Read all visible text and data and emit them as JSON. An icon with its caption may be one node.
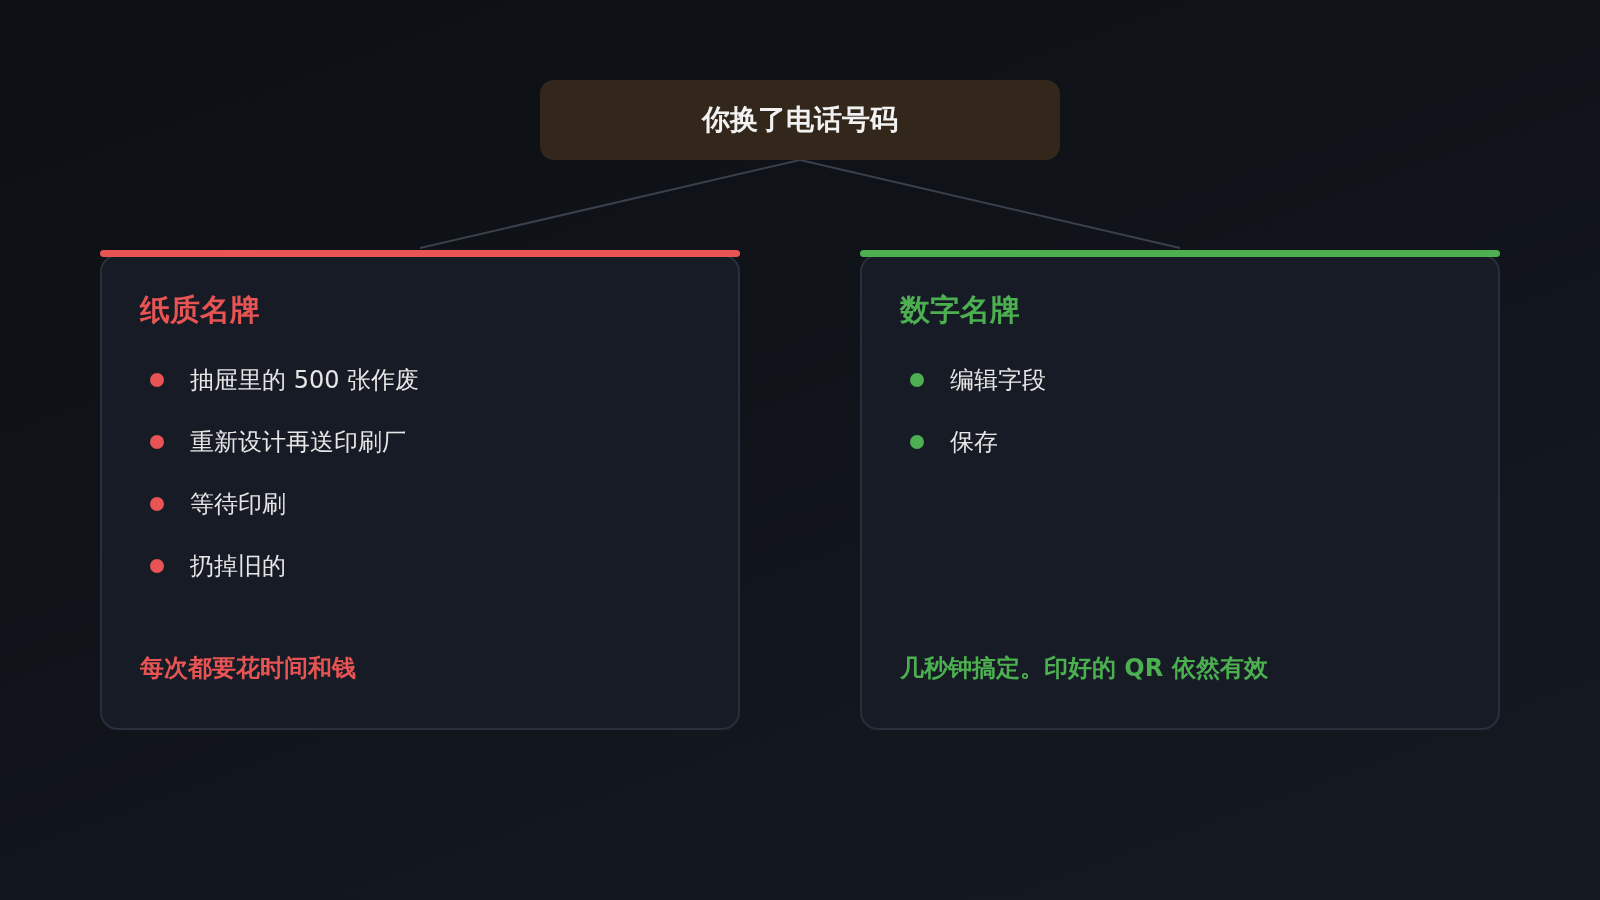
{
  "diagram": {
    "nodes": [
      {
        "text": [
          "你换了电话号码"
        ]
      },
      {
        "text": [
          "纸质名牌",
          "抽屉里的 500 张作废",
          "重新设计再送印刷厂",
          "等待印刷",
          "扔掉旧的",
          "每次都要花时间和钱"
        ]
      },
      {
        "text": [
          "数字名牌",
          "编辑字段",
          "保存",
          "几秒钟搞定。印好的 QR 依然有效"
        ]
      }
    ],
    "edges": [
      {
        "from": 0,
        "to": 1,
        "arrow": "none"
      },
      {
        "from": 0,
        "to": 2,
        "arrow": "none"
      }
    ]
  }
}
